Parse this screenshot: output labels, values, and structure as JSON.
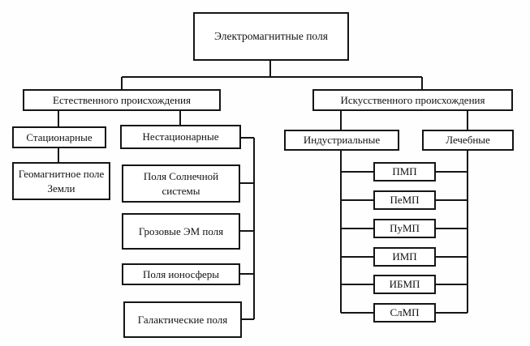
{
  "diagram": {
    "root": "Электромагнитные поля",
    "left_branch": {
      "label": "Естественного происхождения",
      "stationary": {
        "label": "Стационарные",
        "child": "Геомагнитное поле Земли"
      },
      "nonstationary": {
        "label": "Нестационарные",
        "children": [
          "Поля Солнечной системы",
          "Грозовые ЭМ поля",
          "Поля  ионосферы",
          "Галактические поля"
        ]
      }
    },
    "right_branch": {
      "label": "Искусственного происхождения",
      "industrial": "Индустриальные",
      "therapeutic": "Лечебные",
      "types": [
        "ПМП",
        "ПеМП",
        "ПуМП",
        "ИМП",
        "ИБМП",
        "СлМП"
      ]
    },
    "line_color": "#151515"
  }
}
